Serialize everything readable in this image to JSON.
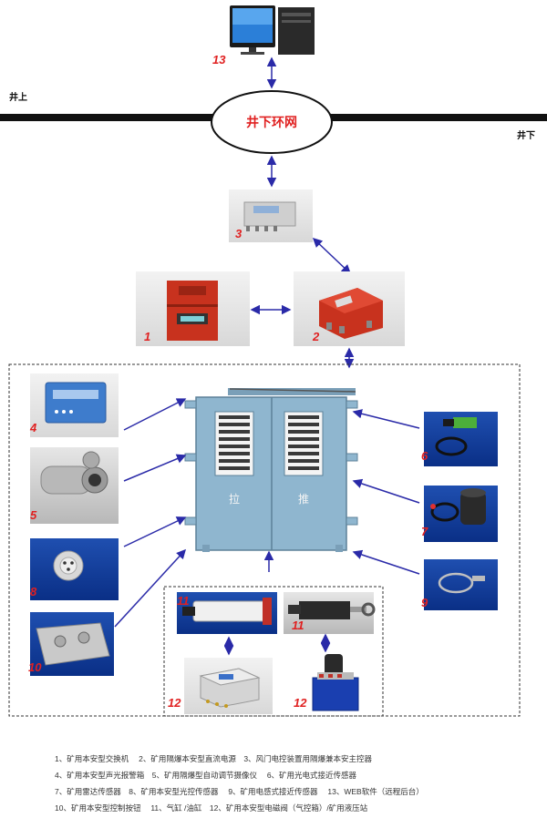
{
  "labels": {
    "above": "井上",
    "below": "井下",
    "ring": "井下环网"
  },
  "numbers": {
    "n1": "1",
    "n2": "2",
    "n3": "3",
    "n4": "4",
    "n5": "5",
    "n6": "6",
    "n7": "7",
    "n8": "8",
    "n9": "9",
    "n10": "10",
    "n11a": "11",
    "n11b": "11",
    "n12a": "12",
    "n12b": "12",
    "n13": "13"
  },
  "door": {
    "left": "拉",
    "right": "推"
  },
  "legend": [
    "1、矿用本安型交换机　 2、矿用隔爆本安型直流电源　3、风门电控装置用隔爆兼本安主控器",
    "4、矿用本安型声光报警箱　5、矿用隔爆型自动调节摄像仪　 6、矿用光电式接近传感器",
    "7、矿用雷达传感器　8、矿用本安型光控传感器　 9、矿用电感式接近传感器　 13、WEB软件（远程后台）",
    "10、矿用本安型控制按钮　 11、气缸 /油缸　12、矿用本安型电磁阀（气控箱）/矿用液压站"
  ],
  "colors": {
    "arrow": "#2a2aa8",
    "number": "#e02020",
    "enclosure_red": "#c8321e",
    "door_blue": "#8fb6cf"
  }
}
